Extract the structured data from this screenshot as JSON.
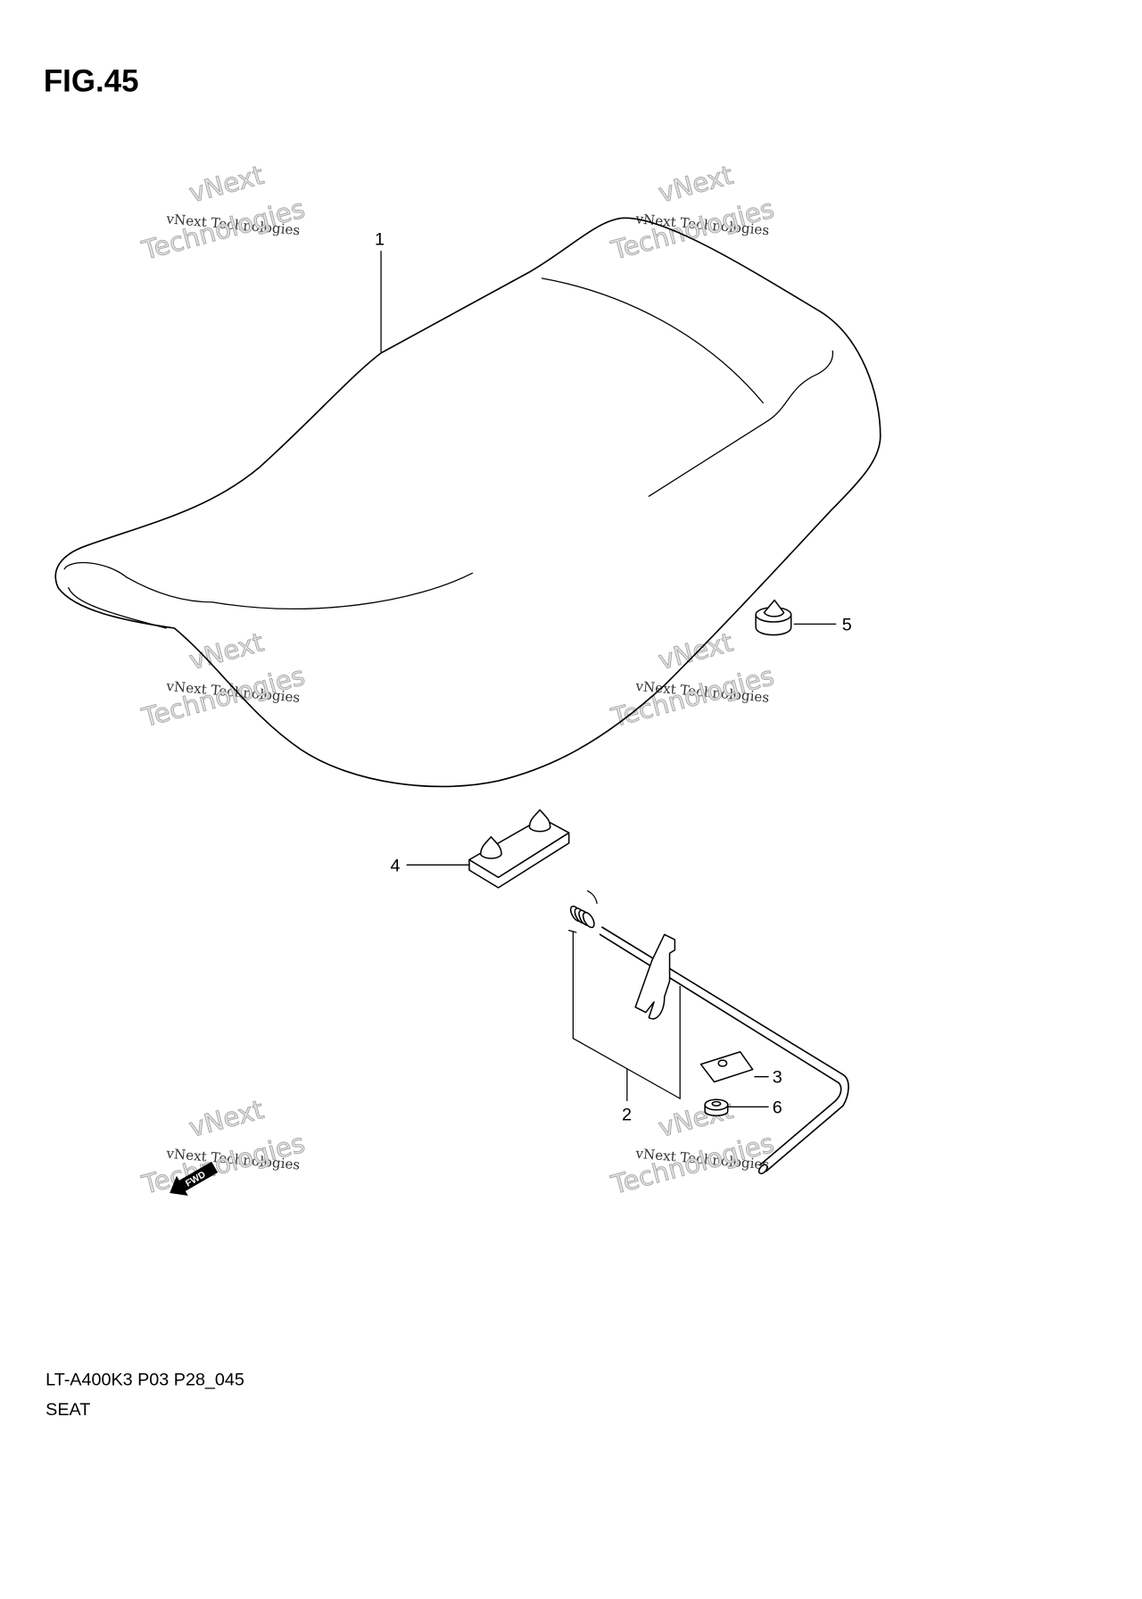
{
  "figure": {
    "title": "FIG.45"
  },
  "callouts": [
    "1",
    "2",
    "3",
    "4",
    "5",
    "6"
  ],
  "watermark": {
    "brand": "vNext",
    "word": "Technologies",
    "full": "vNext Technologies"
  },
  "direction_marker": {
    "label": "FWD",
    "icon": "forward-arrow-icon"
  },
  "footer": {
    "model_code": "LT-A400K3 P03 P28_045",
    "section": "SEAT"
  },
  "colors": {
    "line": "#000000",
    "watermark": "#a8a8a8",
    "background": "#ffffff"
  }
}
